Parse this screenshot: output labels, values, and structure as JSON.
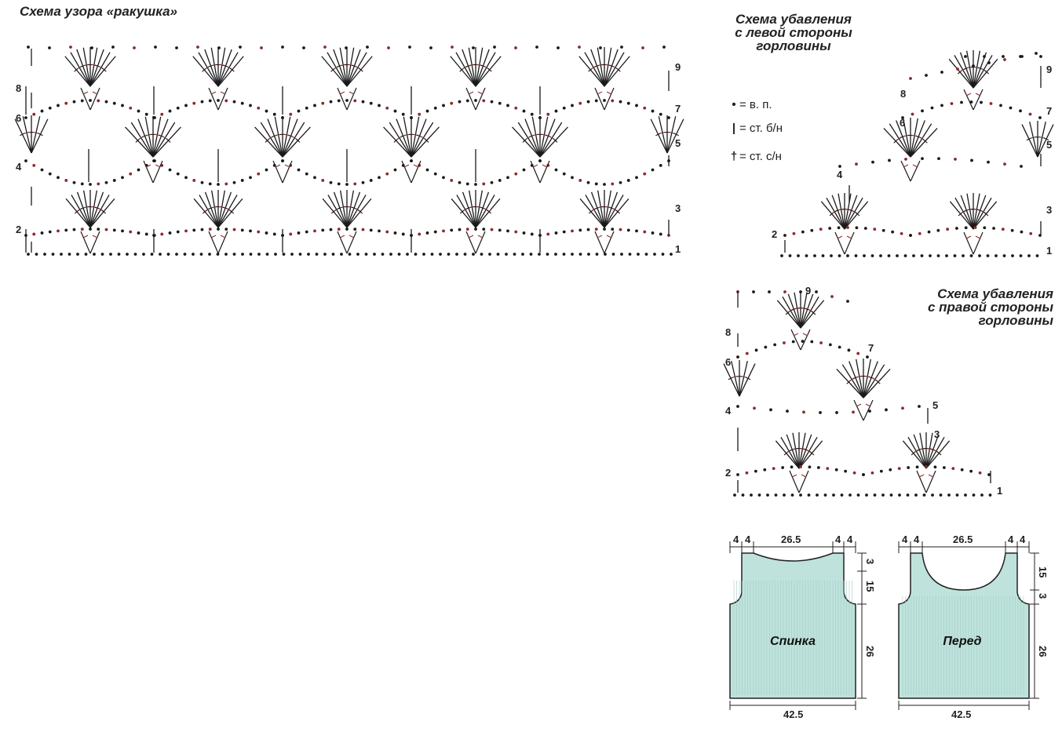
{
  "titles": {
    "main_pattern": "Схема узора «ракушка»",
    "left_decrease": "Схема убавления\nс левой стороны\nгорловины",
    "right_decrease": "Схема убавления\nс правой стороны\nгорловины"
  },
  "legend": [
    {
      "symbol": "•",
      "text": "= в. п."
    },
    {
      "symbol": "|",
      "text": "= ст. б/н"
    },
    {
      "symbol": "†",
      "text": "= ст. с/н"
    }
  ],
  "row_labels": {
    "main": {
      "left": [
        "8",
        "6",
        "4",
        "2"
      ],
      "right": [
        "9",
        "7",
        "5",
        "3",
        "1"
      ]
    },
    "left_decrease": {
      "left": [
        "8",
        "6",
        "4",
        "2"
      ],
      "right": [
        "9",
        "7",
        "5",
        "3",
        "1"
      ]
    },
    "right_decrease": {
      "left": [
        "8",
        "6",
        "4",
        "2"
      ],
      "right": [
        "9",
        "7",
        "5",
        "3",
        "1"
      ]
    }
  },
  "pieces": {
    "back": {
      "name": "Спинка",
      "top_dims": [
        "4",
        "4",
        "26.5",
        "4",
        "4"
      ],
      "side_dims": [
        "3",
        "15",
        "26"
      ],
      "bottom_dim": "42.5"
    },
    "front": {
      "name": "Перед",
      "top_dims": [
        "4",
        "4",
        "26.5",
        "4",
        "4"
      ],
      "side_dims": [
        "15",
        "3",
        "26"
      ],
      "bottom_dim": "42.5"
    }
  },
  "colors": {
    "piece_fill": "#bfe3dc",
    "stitch": "#1a1a1a",
    "accent_red": "#8b2a2a"
  }
}
